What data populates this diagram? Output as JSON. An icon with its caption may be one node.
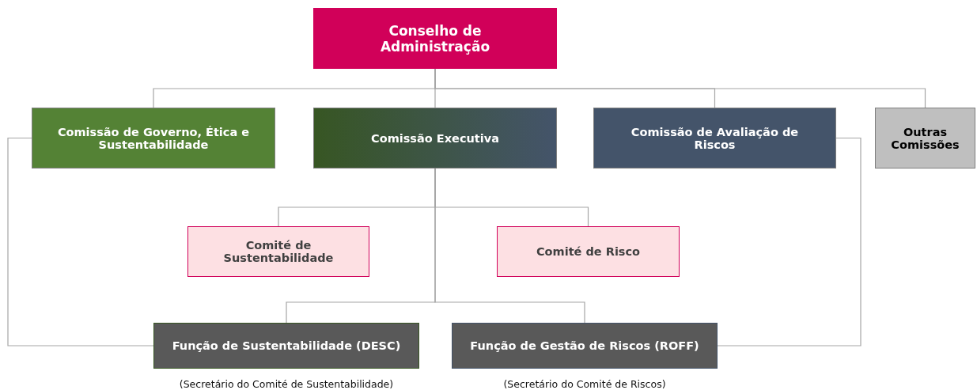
{
  "diagram": {
    "nodes": [
      {
        "text": [
          "Conselho de Administração"
        ]
      },
      {
        "text": [
          "Comissão de Governo, Ética e Sustentabilidade"
        ]
      },
      {
        "text": [
          "Comissão Executiva"
        ]
      },
      {
        "text": [
          "Comissão de Avaliação de Riscos"
        ]
      },
      {
        "text": [
          "Outras Comissões"
        ]
      },
      {
        "text": [
          "Comité de Sustentabilidade"
        ]
      },
      {
        "text": [
          "Comité de Risco"
        ]
      },
      {
        "text": [
          "Função de Sustentabilidade (DESC)"
        ],
        "beside": [
          "(Secretário do Comité de Sustentabilidade)"
        ]
      },
      {
        "text": [
          "Função de Gestão de Riscos (ROFF)"
        ],
        "beside": [
          "(Secretário do Comité de Riscos)"
        ]
      }
    ],
    "edges": [
      {
        "from": 0,
        "to": 1,
        "arrow": "none"
      },
      {
        "from": 0,
        "to": 2,
        "arrow": "none"
      },
      {
        "from": 0,
        "to": 3,
        "arrow": "none"
      },
      {
        "from": 0,
        "to": 4,
        "arrow": "none"
      },
      {
        "from": 2,
        "to": 5,
        "arrow": "none"
      },
      {
        "from": 2,
        "to": 6,
        "arrow": "none"
      },
      {
        "from": 2,
        "to": 7,
        "arrow": "none"
      },
      {
        "from": 2,
        "to": 8,
        "arrow": "none"
      },
      {
        "from": 1,
        "to": 7,
        "arrow": "none"
      },
      {
        "from": 3,
        "to": 8,
        "arrow": "none"
      }
    ]
  }
}
